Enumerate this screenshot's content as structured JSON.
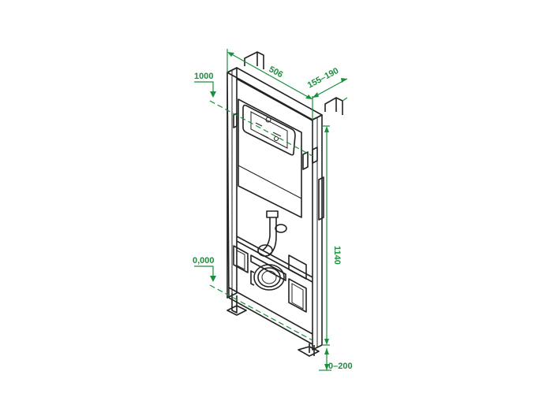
{
  "dimensions": {
    "width": "506",
    "depth": "155–190",
    "height": "1140",
    "level_top": "1000",
    "level_floor": "0,000",
    "leg_adjust": "0–200"
  },
  "colors": {
    "dimension": "#1a8f3c",
    "frame": "#222222",
    "background": "#ffffff"
  }
}
